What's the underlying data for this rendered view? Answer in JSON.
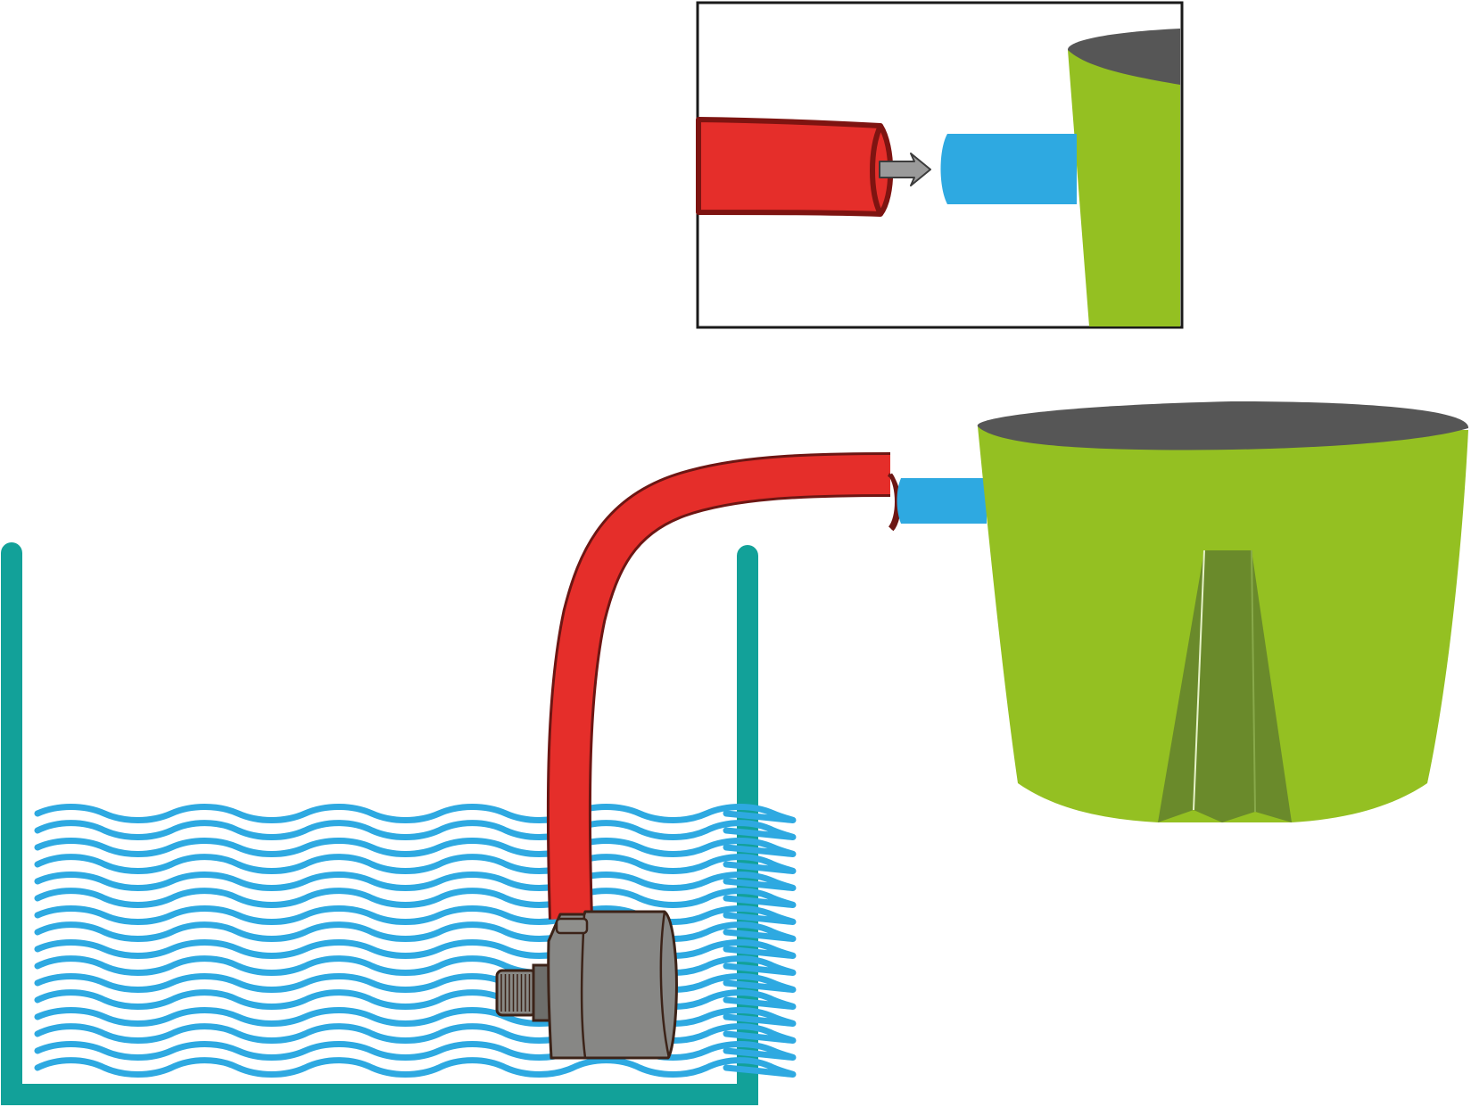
{
  "colors": {
    "background": "#ffffff",
    "container": "#12a199",
    "water": "#2ea9e1",
    "hose": "#e52e2a",
    "hose_outline": "#6d1613",
    "hose_outline_dark": "#7e1411",
    "spout": "#2ea9e1",
    "pot": "#94c022",
    "pot_rim": "#565656",
    "pot_fold": "#6a8a2b",
    "pump_body": "#878785",
    "pump_outline": "#3c2318",
    "pump_knob": "#8a8a86",
    "arrow_fill": "#9a9a9a",
    "arrow_outline": "#3c3c3c",
    "inset_frame": "#1a1a1a"
  },
  "components": {
    "container": {
      "icon": "open-water-tank"
    },
    "water": {
      "icon": "water-waves"
    },
    "pump": {
      "icon": "submersible-pump"
    },
    "hose": {
      "icon": "red-hose"
    },
    "spout": {
      "icon": "pot-outlet-spout"
    },
    "pot": {
      "icon": "green-planter-pot"
    },
    "inset": {
      "icon": "connection-detail-inset",
      "arrow_icon": "insert-arrow-icon"
    }
  }
}
